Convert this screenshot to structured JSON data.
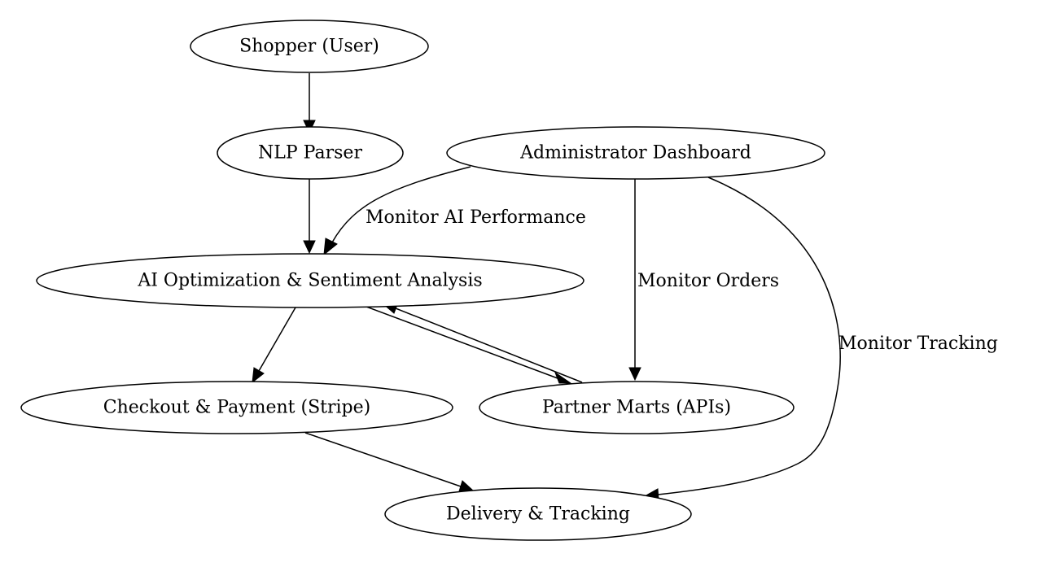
{
  "nodes": {
    "shopper": "Shopper (User)",
    "nlp": "NLP Parser",
    "admin": "Administrator Dashboard",
    "ai": "AI Optimization & Sentiment Analysis",
    "checkout": "Checkout & Payment (Stripe)",
    "partner": "Partner Marts (APIs)",
    "delivery": "Delivery & Tracking"
  },
  "edges": [
    {
      "from": "shopper",
      "to": "nlp",
      "label": ""
    },
    {
      "from": "nlp",
      "to": "ai",
      "label": ""
    },
    {
      "from": "admin",
      "to": "ai",
      "label": "Monitor AI Performance"
    },
    {
      "from": "admin",
      "to": "partner",
      "label": "Monitor Orders"
    },
    {
      "from": "admin",
      "to": "delivery",
      "label": "Monitor Tracking"
    },
    {
      "from": "ai",
      "to": "checkout",
      "label": ""
    },
    {
      "from": "ai",
      "to": "partner",
      "label": ""
    },
    {
      "from": "partner",
      "to": "ai",
      "label": ""
    },
    {
      "from": "checkout",
      "to": "delivery",
      "label": ""
    }
  ]
}
